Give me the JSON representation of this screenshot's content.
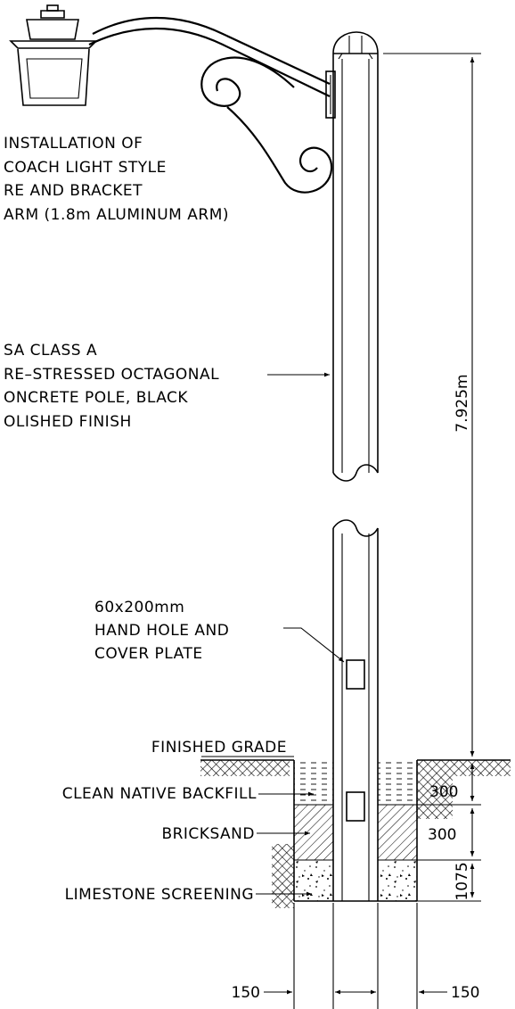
{
  "annotations": {
    "fixture_lines": [
      "INSTALLATION OF",
      "COACH LIGHT STYLE",
      "RE AND BRACKET",
      "ARM (1.8m ALUMINUM ARM)"
    ],
    "pole_lines": [
      "SA CLASS A",
      "RE–STRESSED OCTAGONAL",
      "ONCRETE POLE, BLACK",
      "OLISHED FINISH"
    ],
    "handhole_lines": [
      "60x200mm",
      "HAND HOLE AND",
      "COVER PLATE"
    ],
    "finished_grade": "FINISHED GRADE",
    "backfill": "CLEAN NATIVE BACKFILL",
    "bricksand": "BRICKSAND",
    "limestone": "LIMESTONE SCREENING"
  },
  "dimensions": {
    "pole_height": "7.925m",
    "backfill_depth": "300",
    "bricksand_depth": "300",
    "limestone_depth": "1075",
    "left_offset": "150",
    "right_offset": "150"
  }
}
